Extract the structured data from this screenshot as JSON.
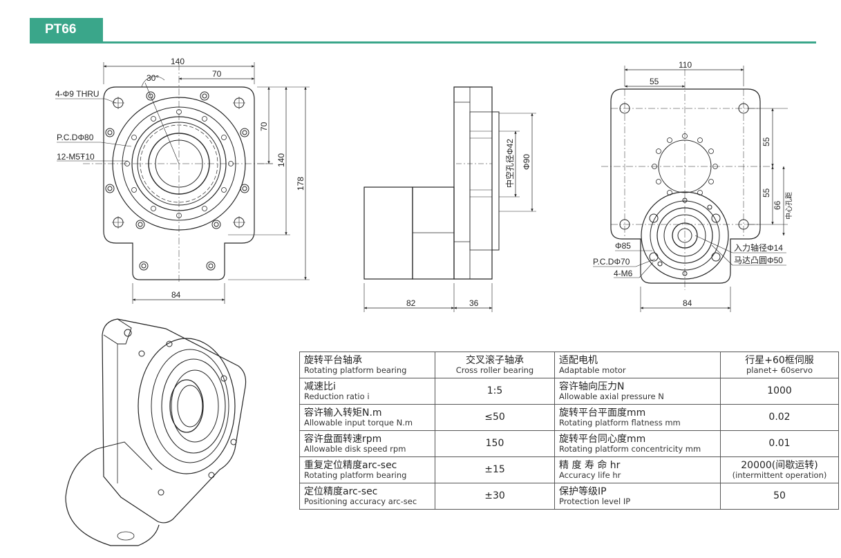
{
  "header": {
    "model": "PT66"
  },
  "top_view": {
    "dim_140_top": "140",
    "dim_70_top": "70",
    "angle_30": "30°",
    "dim_70_side": "70",
    "dim_140_side": "140",
    "dim_178": "178",
    "dim_84": "84",
    "thru_holes": "4-Φ9 THRU",
    "pcd": "P.C.DΦ80",
    "tapped": "12-M5Ŧ10"
  },
  "side_view": {
    "bore_label": "中空孔径Φ42",
    "dia_90": "Φ90",
    "dim_82": "82",
    "dim_36": "36"
  },
  "motor_view": {
    "dim_110": "110",
    "dim_55_top": "55",
    "dim_55_upper": "55",
    "dim_55_lower": "55",
    "dim_66": "66",
    "center_distance": "中心孔距",
    "dia_85": "Φ85",
    "pcd_70": "P.C.DΦ70",
    "m6": "4-M6",
    "input_shaft": "入力轴径Φ14",
    "motor_boss": "马达凸圆Φ50",
    "dim_84": "84"
  },
  "specs": [
    {
      "label_zh": "旋转平台轴承",
      "label_en": "Rotating platform bearing",
      "value_zh": "交叉滚子轴承",
      "value_en": "Cross roller bearing",
      "label2_zh": "适配电机",
      "label2_en": "Adaptable motor",
      "value2_zh": "行星+60框伺服",
      "value2_en": "planet+ 60servo"
    },
    {
      "label_zh": "减速比i",
      "label_en": "Reduction ratio i",
      "value_zh": "1:5",
      "value_en": "",
      "label2_zh": "容许轴向压力N",
      "label2_en": "Allowable axial pressure N",
      "value2_zh": "1000",
      "value2_en": ""
    },
    {
      "label_zh": "容许输入转矩N.m",
      "label_en": "Allowable input torque N.m",
      "value_zh": "≤50",
      "value_en": "",
      "label2_zh": "旋转平台平面度mm",
      "label2_en": "Rotating platform flatness mm",
      "value2_zh": "0.02",
      "value2_en": ""
    },
    {
      "label_zh": "容许盘面转速rpm",
      "label_en": "Allowable disk speed rpm",
      "value_zh": "150",
      "value_en": "",
      "label2_zh": "旋转平台同心度mm",
      "label2_en": "Rotating platform concentricity mm",
      "value2_zh": "0.01",
      "value2_en": ""
    },
    {
      "label_zh": "重复定位精度arc-sec",
      "label_en": "Rotating platform bearing",
      "value_zh": "±15",
      "value_en": "",
      "label2_zh": "精 度 寿 命 hr",
      "label2_en": "Accuracy life hr",
      "value2_zh": "20000(间歇运转)",
      "value2_en": "(intermittent operation)"
    },
    {
      "label_zh": "定位精度arc-sec",
      "label_en": "Positioning accuracy arc-sec",
      "value_zh": "±30",
      "value_en": "",
      "label2_zh": "保护等级IP",
      "label2_en": "Protection level IP",
      "value2_zh": "50",
      "value2_en": ""
    }
  ]
}
